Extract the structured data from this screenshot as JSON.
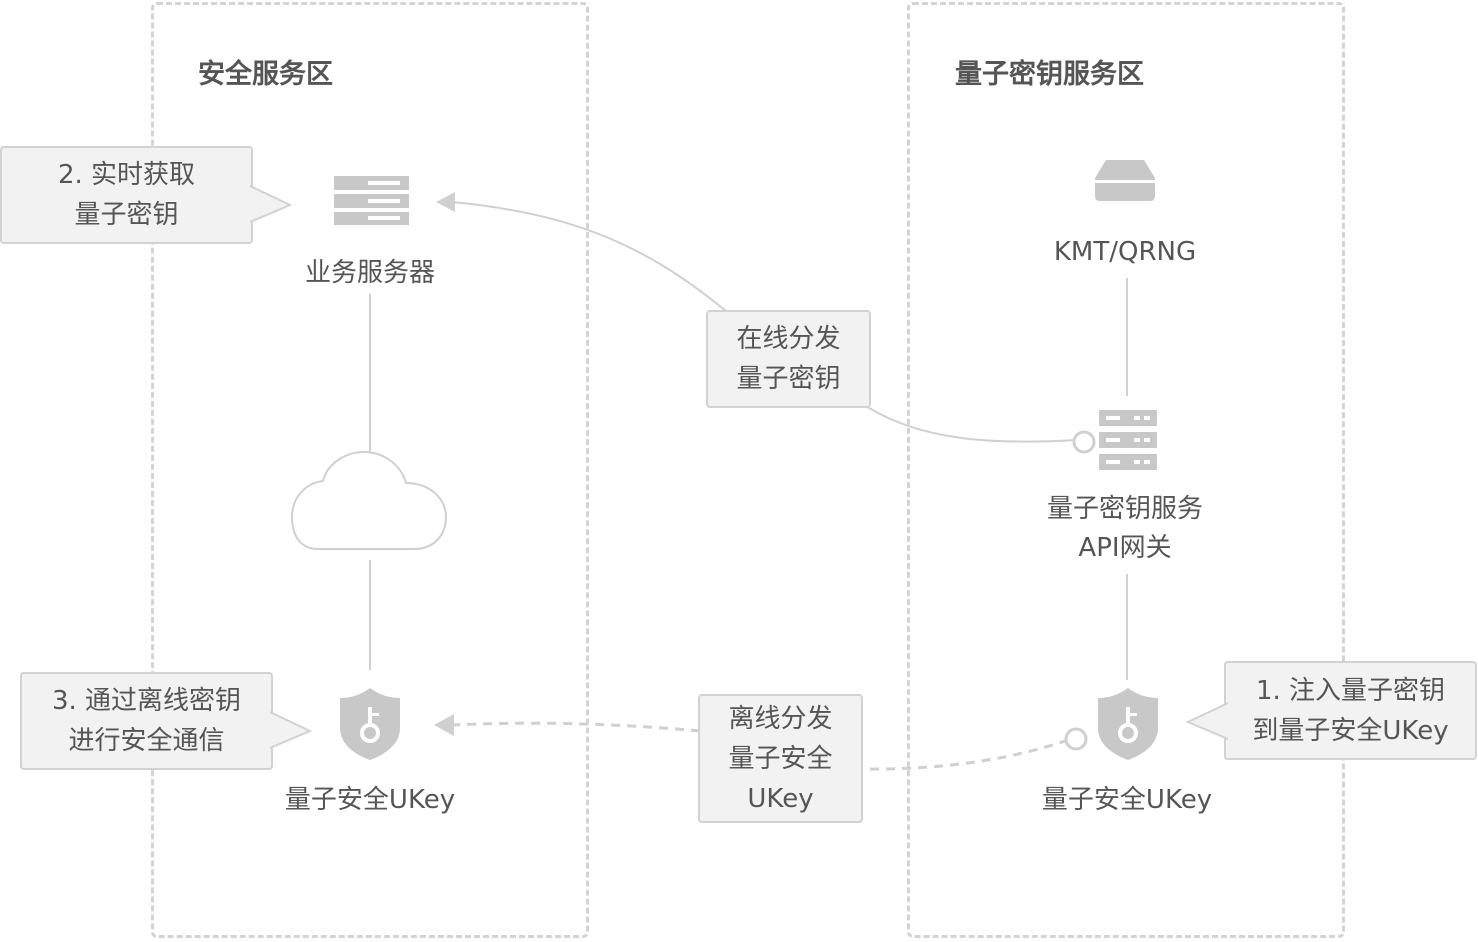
{
  "zones": {
    "left_title": "安全服务区",
    "right_title": "量子密钥服务区"
  },
  "nodes": {
    "server": "业务服务器",
    "kmt": "KMT/QRNG",
    "gateway_line1": "量子密钥服务",
    "gateway_line2": "API网关",
    "ukey_left": "量子安全UKey",
    "ukey_right": "量子安全UKey"
  },
  "flows": {
    "online_line1": "在线分发",
    "online_line2": "量子密钥",
    "offline_line1": "离线分发",
    "offline_line2": "量子安全",
    "offline_line3": "UKey"
  },
  "steps": {
    "step1_line1": "1. 注入量子密钥",
    "step1_line2": "到量子安全UKey",
    "step2_line1": "2. 实时获取",
    "step2_line2": "量子密钥",
    "step3_line1": "3. 通过离线密钥",
    "step3_line2": "进行安全通信"
  },
  "colors": {
    "icon": "#c8c8c8",
    "line": "#d0d0d0",
    "box_fill": "#f2f2f2",
    "box_border": "#d2d2d2",
    "text": "#555555"
  }
}
